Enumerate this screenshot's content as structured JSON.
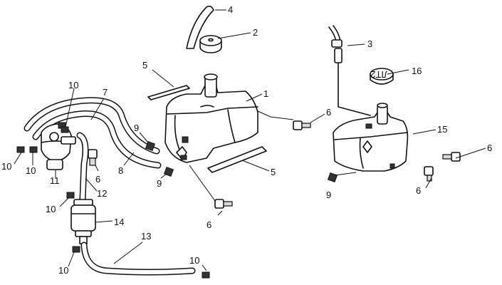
{
  "callouts": {
    "c1": "1",
    "c2": "2",
    "c3": "3",
    "c4": "4",
    "c5a": "5",
    "c5b": "5",
    "c6a": "6",
    "c6b": "6",
    "c6c": "6",
    "c6d": "6",
    "c6e": "6",
    "c7": "7",
    "c8": "8",
    "c9a": "9",
    "c9b": "9",
    "c9c": "9",
    "c10a": "10",
    "c10b": "10",
    "c10c": "10",
    "c10d": "10",
    "c10e": "10",
    "c10f": "10",
    "c11": "11",
    "c12": "12",
    "c13": "13",
    "c14": "14",
    "c15": "15",
    "c16": "16"
  },
  "cap_marking": "ЛТ2"
}
